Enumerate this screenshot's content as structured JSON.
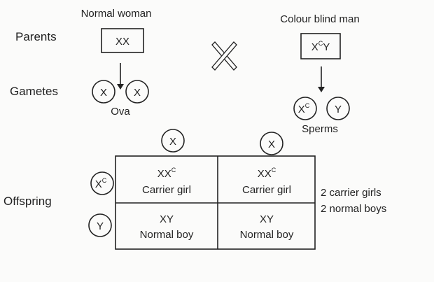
{
  "labels": {
    "parents": "Parents",
    "gametes": "Gametes",
    "offspring": "Offspring"
  },
  "mother": {
    "title": "Normal woman",
    "genotype": "XX",
    "gamete_group": "Ova",
    "gametes": [
      "X",
      "X"
    ]
  },
  "father": {
    "title": "Colour blind man",
    "genotype_base": "X",
    "genotype_sup": "C",
    "genotype_end": "Y",
    "gamete_group": "Sperms",
    "gametes": [
      {
        "base": "X",
        "sup": "C"
      },
      {
        "base": "Y",
        "sup": ""
      }
    ]
  },
  "grid": {
    "columns": [
      "X",
      "X"
    ],
    "rows": [
      {
        "base": "X",
        "sup": "C"
      },
      {
        "base": "Y",
        "sup": ""
      }
    ],
    "cells": [
      [
        {
          "base": "XX",
          "sup": "C",
          "desc": "Carrier girl"
        },
        {
          "base": "XX",
          "sup": "C",
          "desc": "Carrier girl"
        }
      ],
      [
        {
          "base": "XY",
          "sup": "",
          "desc": "Normal boy"
        },
        {
          "base": "XY",
          "sup": "",
          "desc": "Normal boy"
        }
      ]
    ]
  },
  "summary": [
    "2 carrier girls",
    "2 normal boys"
  ]
}
